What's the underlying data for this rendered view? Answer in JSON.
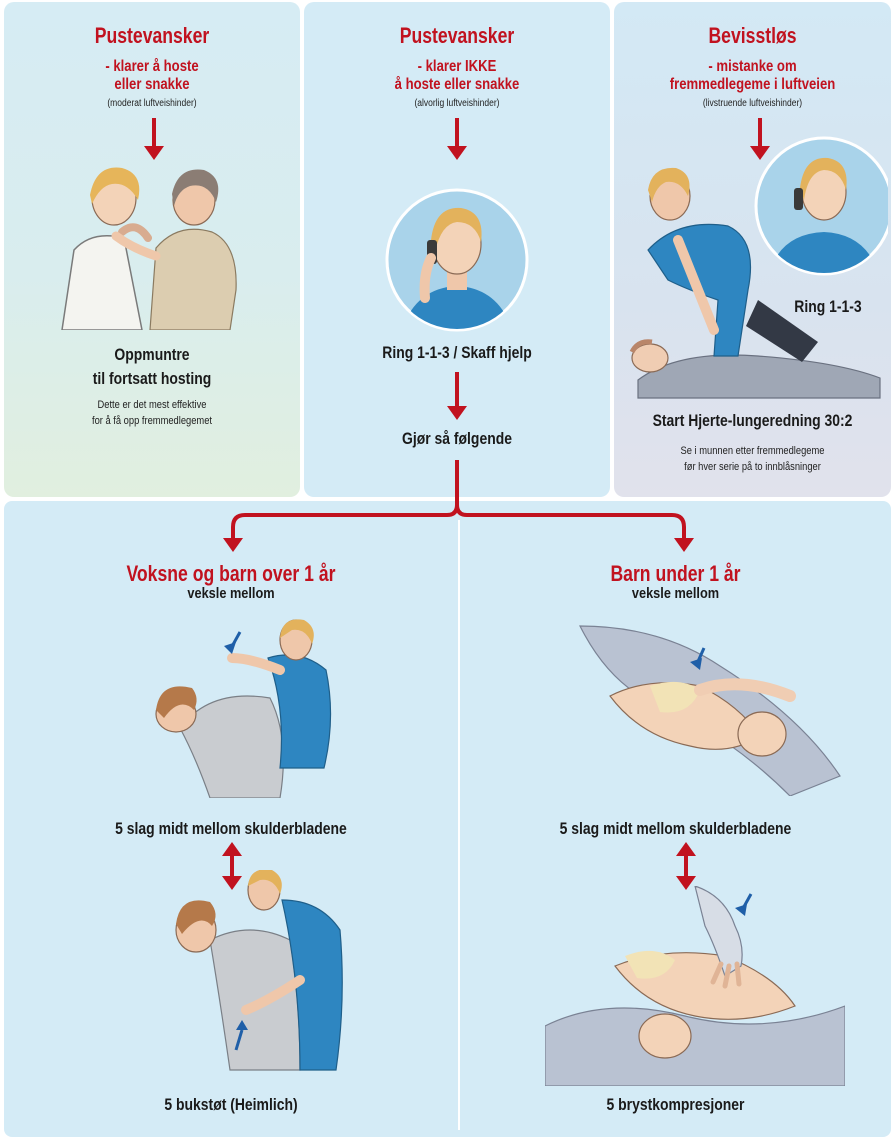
{
  "panels": {
    "mild": {
      "title": "Pustevansker",
      "sub1": "- klarer å hoste",
      "sub2": "eller snakke",
      "note": "(moderat luftveishinder)",
      "action1": "Oppmuntre",
      "action2": "til fortsatt hosting",
      "desc1": "Dette er det mest effektive",
      "desc2": "for å få opp fremmedlegemet"
    },
    "severe": {
      "title": "Pustevansker",
      "sub1": "- klarer IKKE",
      "sub2": "å hoste eller snakke",
      "note": "(alvorlig luftveishinder)",
      "action": "Ring 1-1-3 / Skaff hjelp",
      "next": "Gjør så følgende"
    },
    "unconscious": {
      "title": "Bevisstløs",
      "sub1": "- mistanke om",
      "sub2": "fremmedlegeme i luftveien",
      "note": "(livstruende luftveishinder)",
      "call": "Ring 1-1-3",
      "action": "Start Hjerte-lungeredning 30:2",
      "desc1": "Se i munnen etter fremmedlegeme",
      "desc2": "før hver serie på to innblåsninger"
    }
  },
  "adults": {
    "title": "Voksne og barn over 1 år",
    "sub": "veksle mellom",
    "step1": "5 slag midt mellom skulderbladene",
    "step2": "5 bukstøt (Heimlich)"
  },
  "infants": {
    "title": "Barn under 1 år",
    "sub": "veksle mellom",
    "step1": "5 slag midt mellom skulderbladene",
    "step2": "5 brystkompresjoner"
  },
  "colors": {
    "accent_red": "#c1121f",
    "panel_blue": "#d4ebf6",
    "arrow_blue": "#1f5fa8"
  }
}
